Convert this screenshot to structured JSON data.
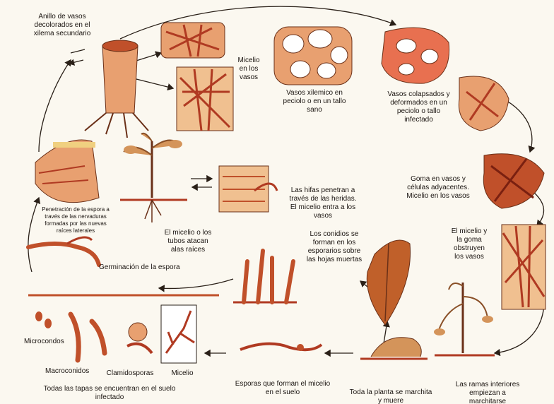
{
  "labels": {
    "anillo": "Anillo de vasos\ndecolorados en el\nxilema secundario",
    "micelio_vasos": "Micelio\nen los\nvasos",
    "vasos_sano": "Vasos xilemico en\npeciolo o en un tallo\nsano",
    "vasos_colapsados": "Vasos colapsados y\ndeformados en un\npeciolo o tallo\ninfectado",
    "goma": "Goma en vasos y\ncélulas adyacentes.\nMicelio en los vasos",
    "obstruyen": "El micelio y\nla goma\nobstruyen\nlos vasos",
    "hifas": "Las hifas penetran a\ntravés de las heridas.\nEl micelio entra a los\nvasos",
    "tubos": "El micelio o los\ntubos atacan\nalas raíces",
    "penetracion": "Penetración de la espora a\ntravés de las nervaduras\nformadas por las nuevas\nraíces laterales",
    "germinacion": "Germinación de la espora",
    "conidios": "Los conidios se\nforman en los\nesporarios sobre\nlas hojas muertas",
    "microconidios": "Microcondos",
    "macroconidios": "Macroconidos",
    "clamidosporas": "Clamidosporas",
    "micelio": "Micelio",
    "suelo": "Todas las tapas se encuentran en el suelo\ninfectado",
    "esporas": "Esporas que forman el micelio\nen el suelo",
    "marchita": "Toda la planta se marchita\ny muere",
    "ramas": "Las ramas interiores\nempiezan a\nmarchitarse"
  },
  "colors": {
    "background": "#fbf8f0",
    "tissue": "#e8a070",
    "tissue_dark": "#c0502a",
    "mycelium": "#b03a22",
    "leaf": "#d4945a",
    "text": "#1a1410"
  }
}
